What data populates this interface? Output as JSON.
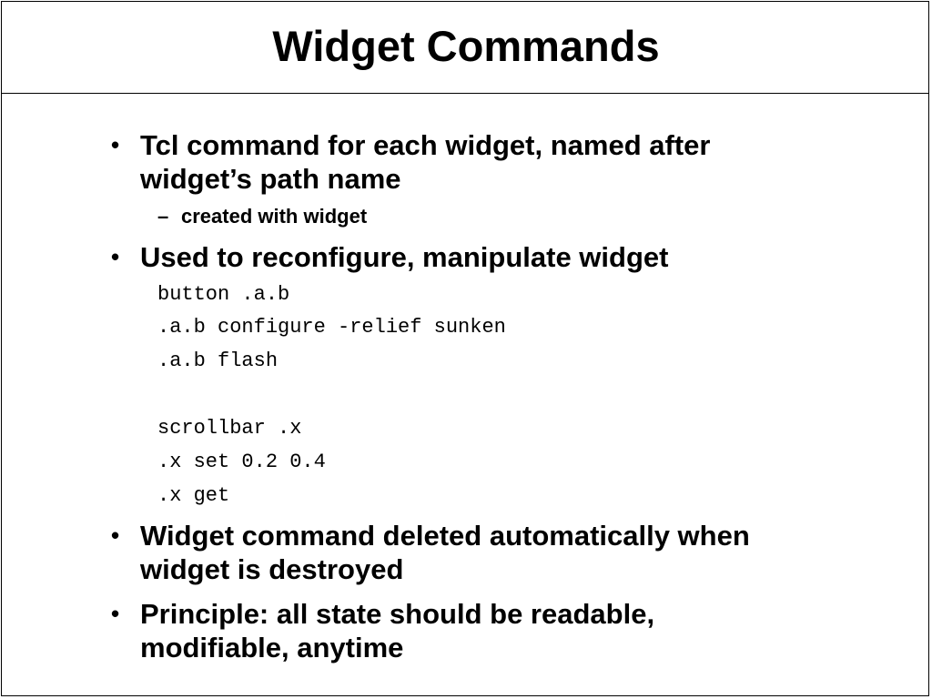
{
  "slide": {
    "title": "Widget Commands",
    "bullets": [
      {
        "marker": "•",
        "lines": [
          "Tcl command for each widget, named after",
          "widget’s path name"
        ]
      },
      {
        "marker": "•",
        "lines": [
          "Used to reconfigure, manipulate widget"
        ]
      },
      {
        "marker": "•",
        "lines": [
          "Widget command deleted automatically when",
          "widget is destroyed"
        ]
      },
      {
        "marker": "•",
        "lines": [
          "Principle:  all state should be readable,",
          "modifiable, anytime"
        ]
      }
    ],
    "sub_bullet": {
      "marker": "–",
      "text": "created with widget"
    },
    "code_lines": [
      "button .a.b",
      ".a.b configure -relief sunken",
      ".a.b flash",
      "scrollbar .x",
      ".x set 0.2 0.4",
      ".x get"
    ]
  }
}
